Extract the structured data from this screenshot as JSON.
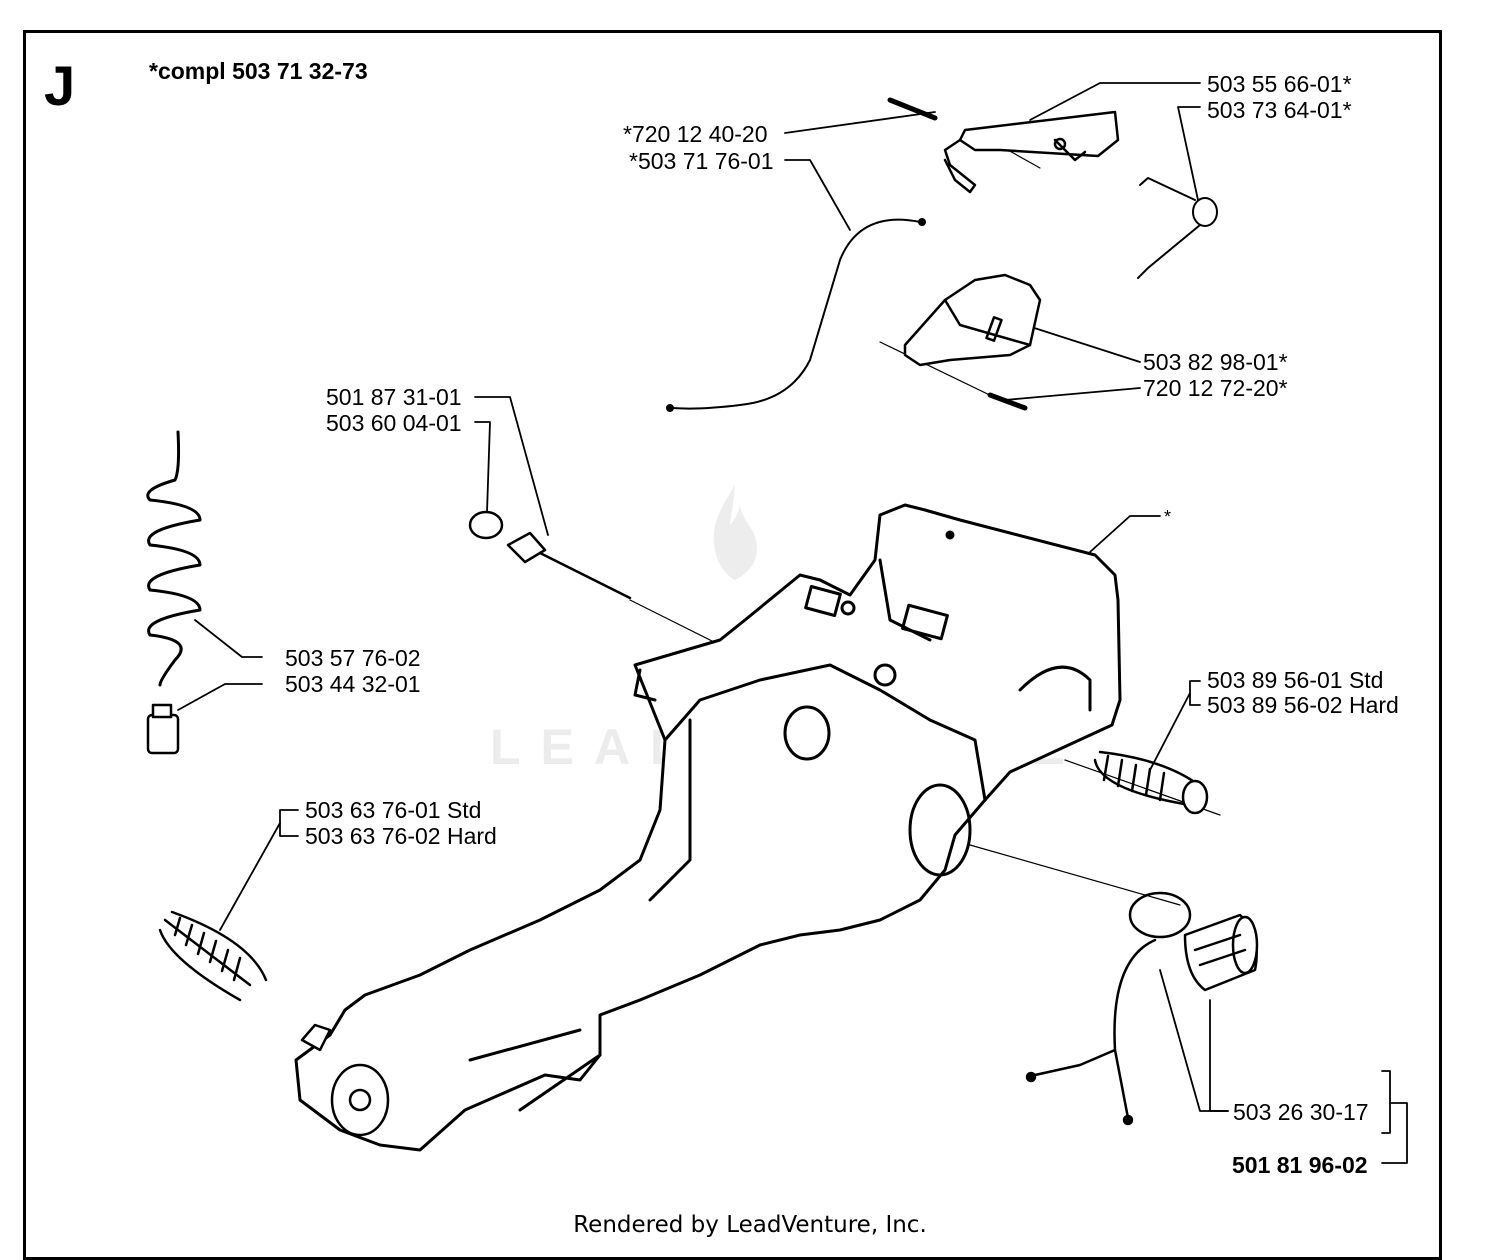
{
  "section": {
    "letter": "J",
    "assembly_note": "*compl 503 71 32-73"
  },
  "parts": {
    "p_503_55_66_01": "503 55 66-01*",
    "p_503_73_64_01": "503 73 64-01*",
    "p_720_12_40_20": "*720 12 40-20",
    "p_503_71_76_01": "*503 71 76-01",
    "p_503_82_98_01": "503 82 98-01*",
    "p_720_12_72_20": "720 12 72-20*",
    "p_501_87_31_01": "501 87 31-01",
    "p_503_60_04_01": "503 60 04-01",
    "star": "*",
    "p_503_57_76_02": "503 57 76-02",
    "p_503_44_32_01": "503 44 32-01",
    "p_503_89_56_01": "503 89 56-01 Std",
    "p_503_89_56_02": "503 89 56-02 Hard",
    "p_503_63_76_01": "503 63 76-01 Std",
    "p_503_63_76_02": "503 63 76-02 Hard",
    "p_503_26_30_17": "503 26 30-17",
    "p_501_81_96_02": "501 81 96-02"
  },
  "watermark": {
    "text": "LEADVENTURE"
  },
  "footer": {
    "credit": "Rendered by LeadVenture, Inc."
  }
}
